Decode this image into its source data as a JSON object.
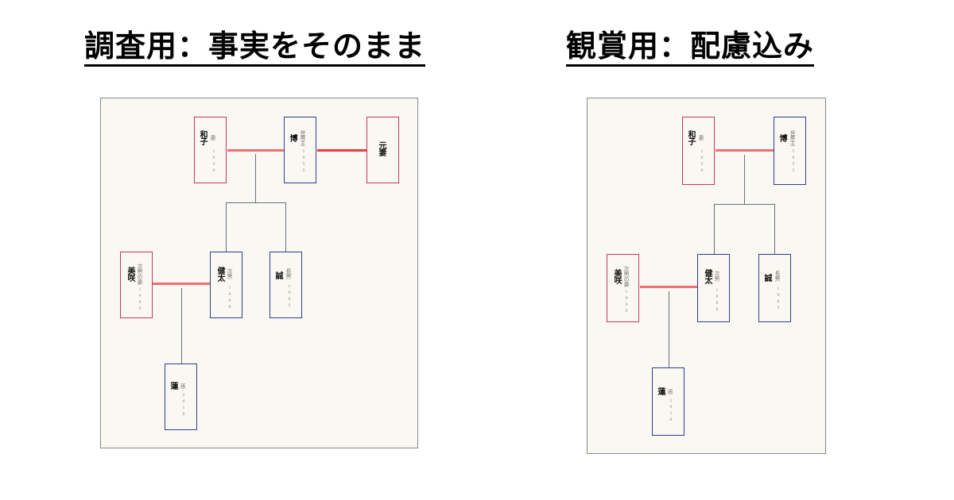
{
  "left": {
    "title": "調査用：事実をそのまま",
    "nodes": {
      "kazuko": {
        "name": "和子",
        "role": "妻",
        "year": "1958"
      },
      "hiroshi": {
        "name": "博",
        "role": "世帯主",
        "year": "1955"
      },
      "former_wife": {
        "name": "元妻",
        "role": "",
        "year": ""
      },
      "misaki": {
        "name": "美咲",
        "role": "次男の妻",
        "year": "1990"
      },
      "kenta": {
        "name": "健太",
        "role": "次男",
        "year": "1988"
      },
      "makoto": {
        "name": "誠",
        "role": "長男",
        "year": "1985"
      },
      "ren": {
        "name": "蓮",
        "role": "孫",
        "year": "2018"
      }
    }
  },
  "right": {
    "title": "観賞用：配慮込み",
    "nodes": {
      "kazuko": {
        "name": "和子",
        "role": "妻",
        "year": "1958"
      },
      "hiroshi": {
        "name": "博",
        "role": "世帯主",
        "year": "1955"
      },
      "misaki": {
        "name": "美咲",
        "role": "次男の妻",
        "year": "1990"
      },
      "kenta": {
        "name": "健太",
        "role": "次男",
        "year": "1988"
      },
      "makoto": {
        "name": "誠",
        "role": "長男",
        "year": "1985"
      },
      "ren": {
        "name": "蓮",
        "role": "孫",
        "year": "2018"
      }
    }
  },
  "colors": {
    "female_border": "#c8385a",
    "male_border": "#2d3f8f",
    "marriage_line": "#f07070",
    "former_marriage_line": "#ee3b3b",
    "descent_line": "#6b6f80",
    "panel_bg": "#faf8f2"
  }
}
